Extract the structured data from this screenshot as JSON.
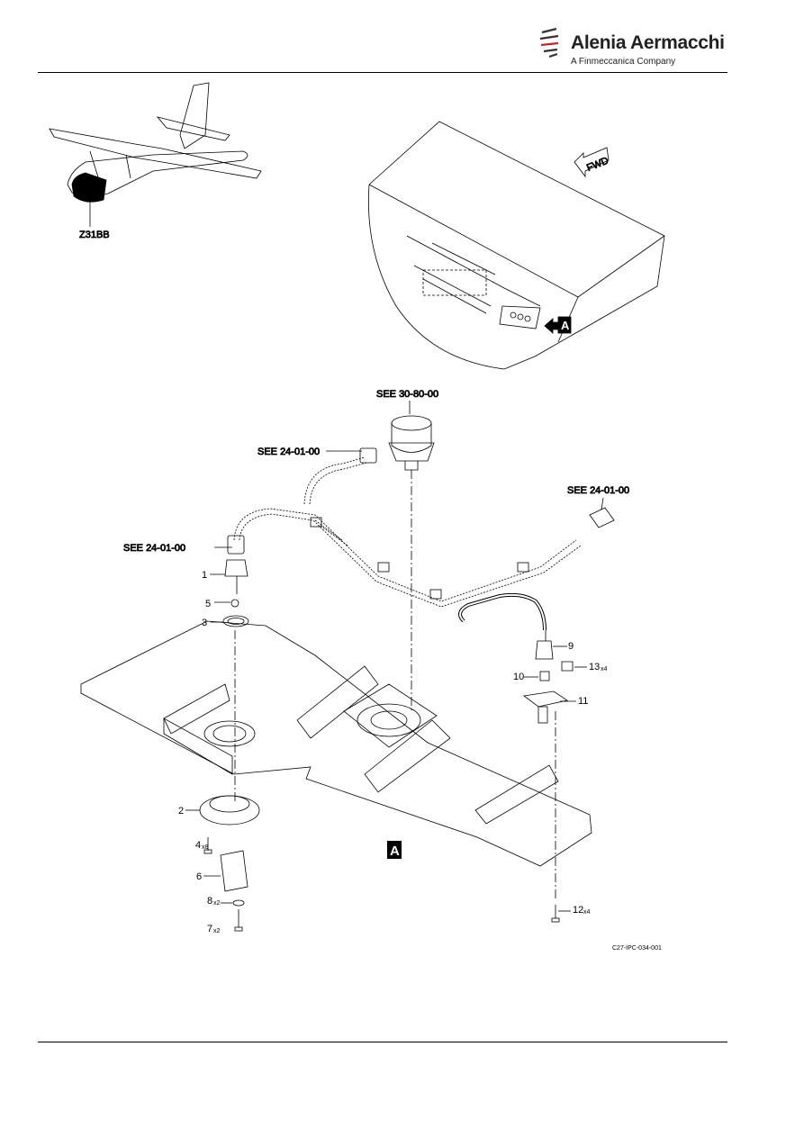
{
  "header": {
    "company": "Alenia Aermacchi",
    "subtitle": "A Finmeccanica Company"
  },
  "locator": {
    "zone": "Z31BB"
  },
  "view_marker": "A",
  "fwd_label": "FWD",
  "references": {
    "top": "SEE 30-80-00",
    "upper_left": "SEE 24-01-00",
    "left": "SEE 24-01-00",
    "right": "SEE 24-01-00"
  },
  "items": [
    {
      "num": "1",
      "qty": ""
    },
    {
      "num": "2",
      "qty": ""
    },
    {
      "num": "3",
      "qty": ""
    },
    {
      "num": "4",
      "qty": "x8"
    },
    {
      "num": "5",
      "qty": ""
    },
    {
      "num": "6",
      "qty": ""
    },
    {
      "num": "7",
      "qty": "x2"
    },
    {
      "num": "8",
      "qty": "x2"
    },
    {
      "num": "9",
      "qty": ""
    },
    {
      "num": "10",
      "qty": ""
    },
    {
      "num": "11",
      "qty": ""
    },
    {
      "num": "12",
      "qty": "x4"
    },
    {
      "num": "13",
      "qty": "x4"
    }
  ],
  "figure_id": "C27-IPC-034-001"
}
